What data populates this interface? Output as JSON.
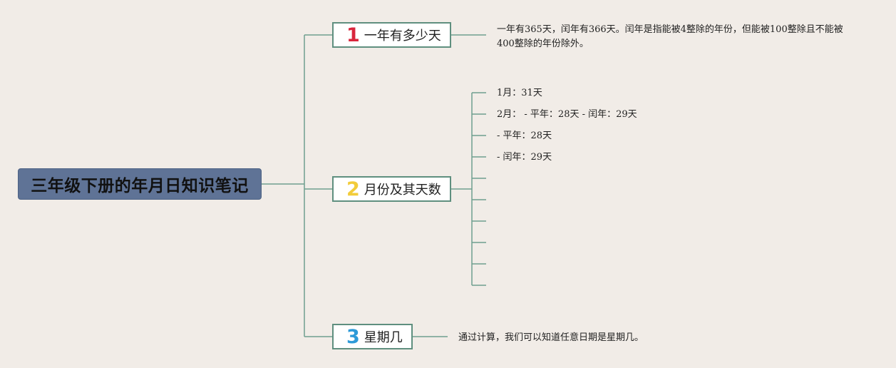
{
  "root": {
    "title": "三年级下册的年月日知识笔记"
  },
  "topics": [
    {
      "number": "1",
      "label": "一年有多少天",
      "number_color": "#d9263c",
      "description": "一年有365天，闰年有366天。闰年是指能被4整除的年份，但能被100整除且不能被400整除的年份除外。"
    },
    {
      "number": "2",
      "label": "月份及其天数",
      "number_color": "#f2cc3a",
      "items": [
        "1月：31天",
        "2月： - 平年：28天 - 闰年：29天",
        "- 平年：28天",
        "- 闰年：29天",
        "",
        "",
        "",
        "",
        "",
        ""
      ]
    },
    {
      "number": "3",
      "label": "星期几",
      "number_color": "#2d9ad8",
      "description": "通过计算，我们可以知道任意日期是星期几。"
    }
  ],
  "colors": {
    "background": "#f1ece7",
    "root_fill": "#5f7396",
    "connector": "#6f9f8f",
    "topic_border": "#5f8f7f"
  }
}
